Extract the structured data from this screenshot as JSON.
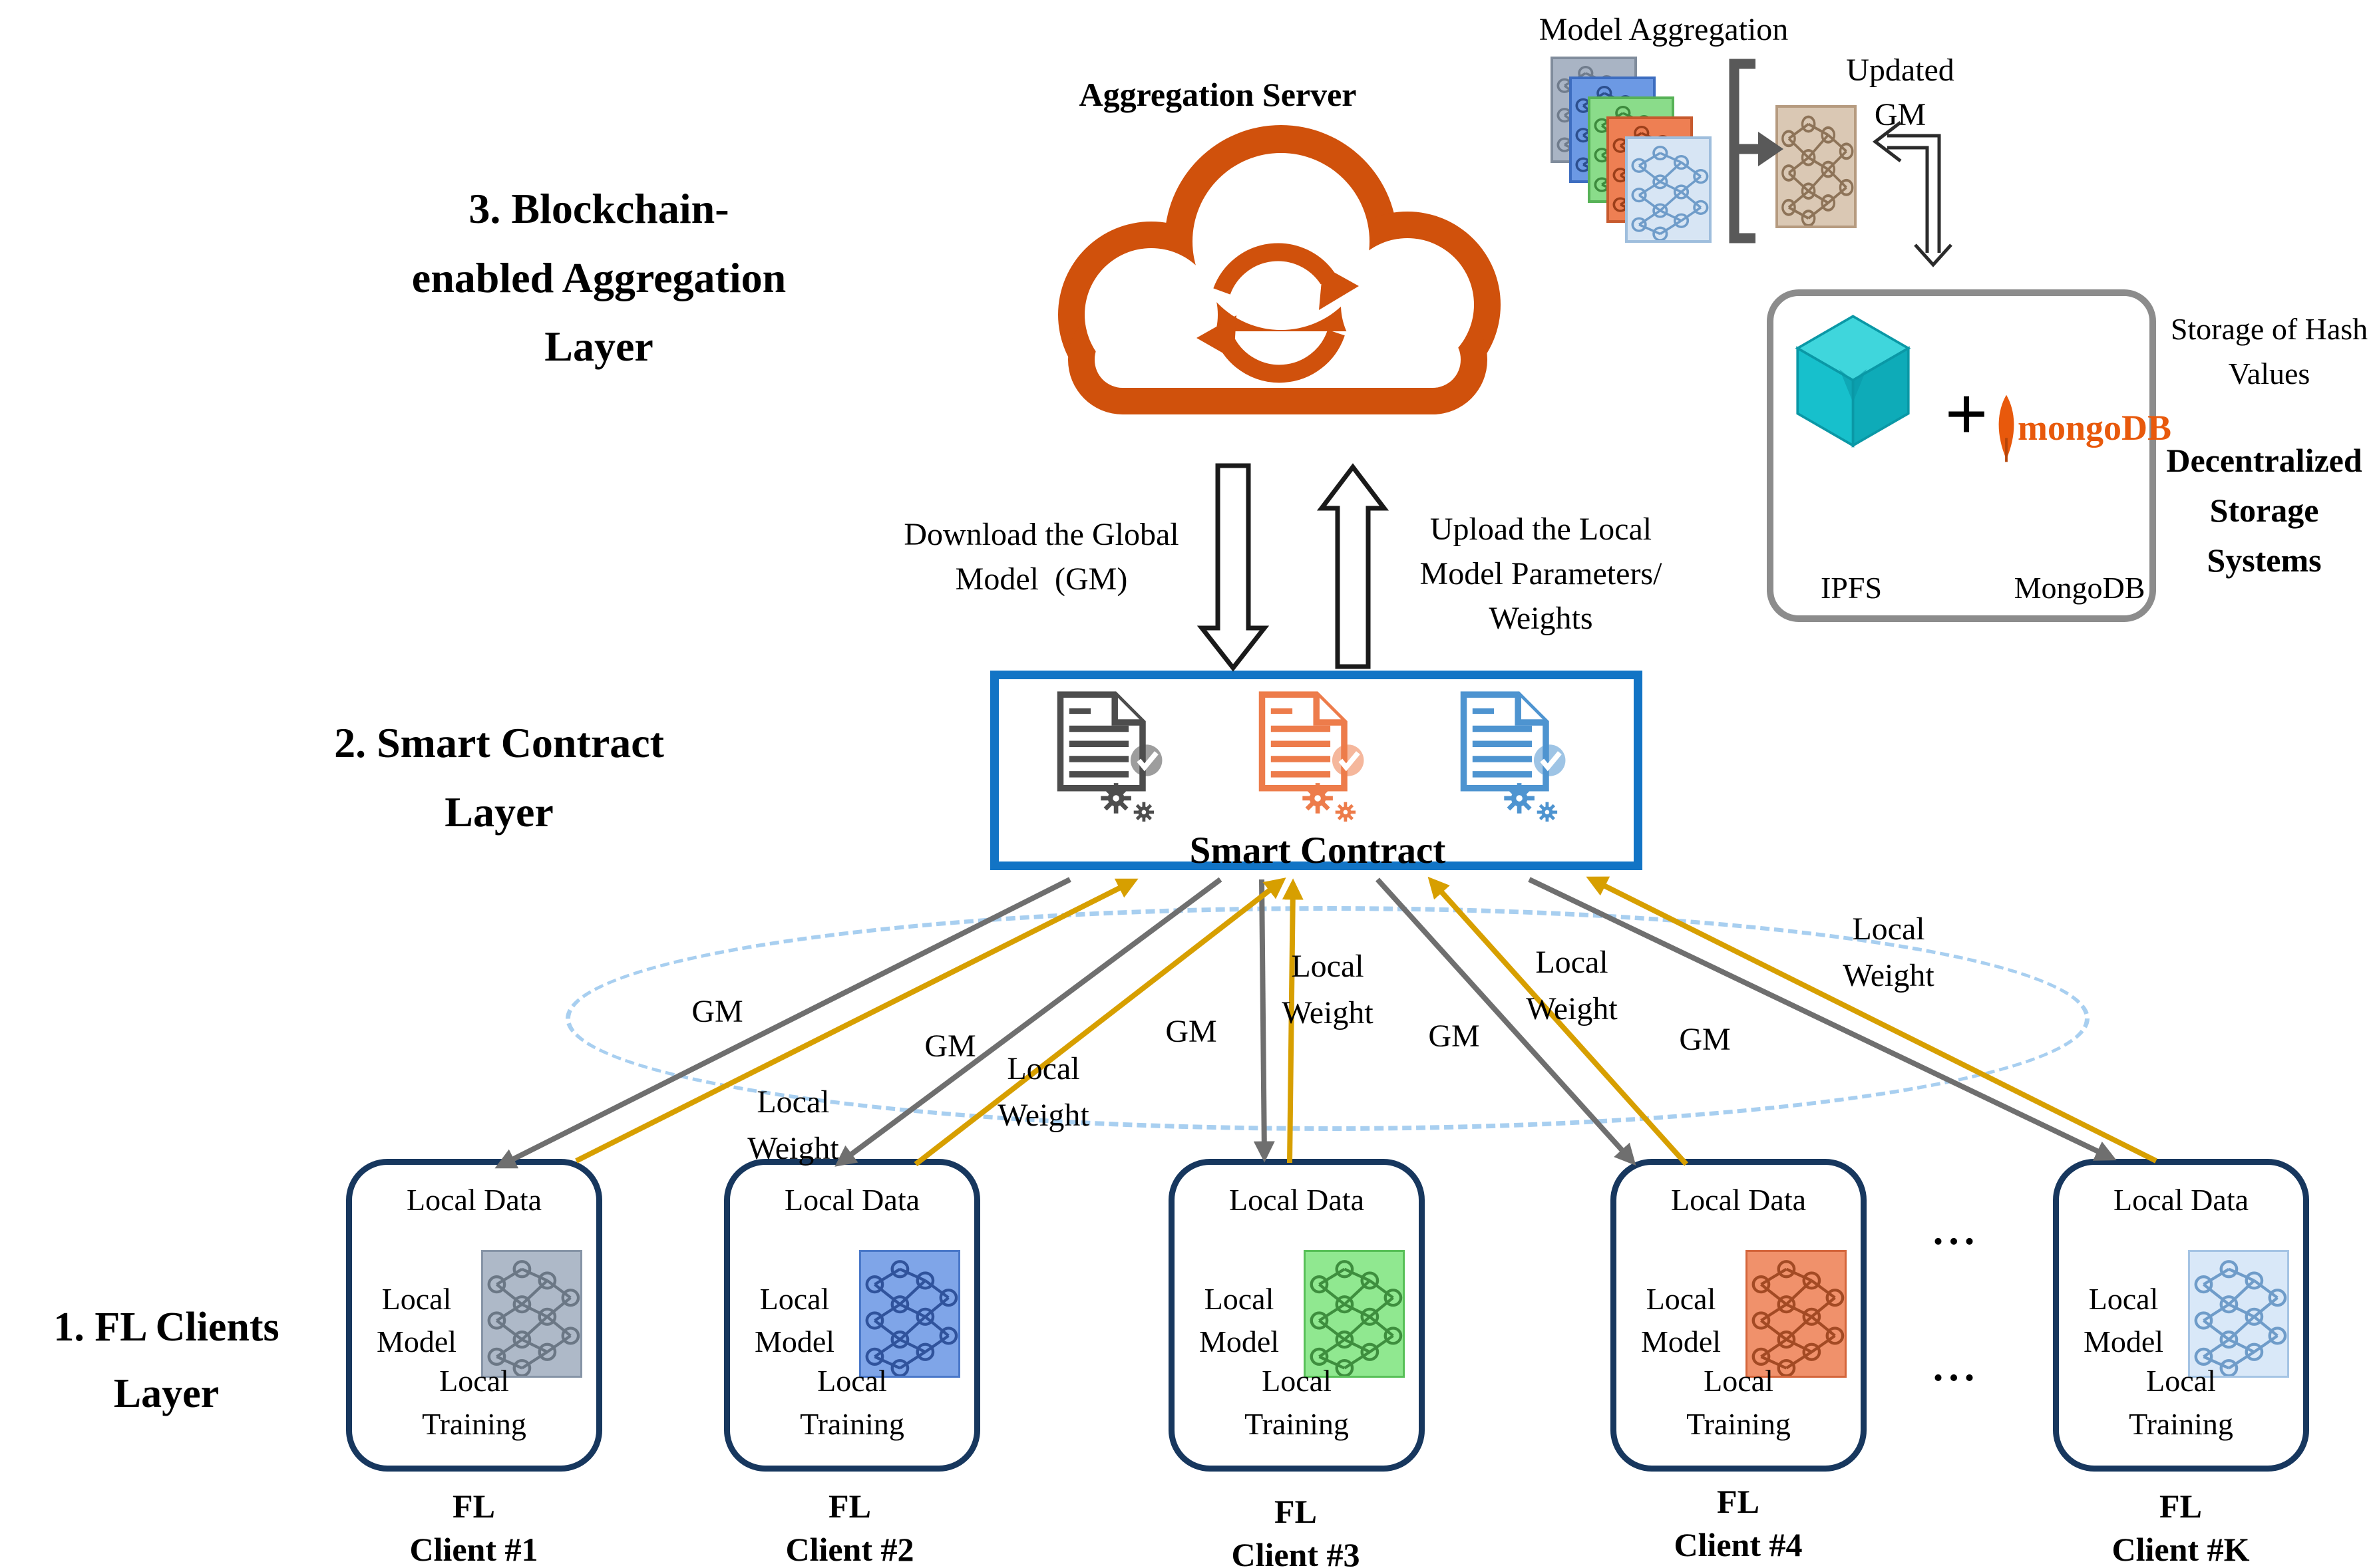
{
  "colors": {
    "cloud_orange": "#D0510C",
    "gold_arrow": "#D79F00",
    "gray_arrow": "#6F6F6F",
    "smart_contract_blue": "#1274C5",
    "client_border_navy": "#17375E",
    "storage_border_gray": "#8C8C8C",
    "ellipse_dash_blue": "#A8CFF0",
    "ipfs_teal": "#14BFCB",
    "mongodb_orange": "#E8590C",
    "model_card_gray": "#A9B4C4",
    "model_card_blue": "#6C99E4",
    "model_card_green": "#8ADC8A",
    "model_card_orange": "#EE7F53",
    "model_card_lightblue": "#D7E5F4",
    "global_model_tan": "#DAC8B4"
  },
  "icons": {
    "cloud": "cloud-sync-icon",
    "storage": "ipfs-cube-icon / mongodb-leaf-icon",
    "contract": "document-check-gears-icon",
    "models": "neural-network-card-icon"
  },
  "layer_labels": {
    "aggregation": {
      "line1": "3. Blockchain-",
      "line2": "enabled Aggregation",
      "line3": "Layer"
    },
    "smart_contract": {
      "line1": "2. Smart Contract",
      "line2": "Layer"
    },
    "fl_clients": {
      "line1": "1. FL Clients",
      "line2": "Layer"
    }
  },
  "aggregation_server": {
    "label": "Aggregation Server"
  },
  "model_aggregation": {
    "label": "Model Aggregation",
    "updated_gm": {
      "line1": "Updated",
      "line2": "GM"
    }
  },
  "storage": {
    "ipfs_label": "IPFS",
    "plus_sign": "+",
    "mongodb_logo_text": "mongoDB",
    "mongodb_label": "MongoDB",
    "hash_note": {
      "line1": "Storage of Hash",
      "line2": "Values"
    },
    "title": {
      "line1": "Decentralized",
      "line2": "Storage Systems"
    }
  },
  "transfer": {
    "download": {
      "line1": "Download the Global",
      "line2": "Model  (GM)"
    },
    "upload": {
      "line1": "Upload the Local",
      "line2": "Model Parameters/",
      "line3": "Weights"
    }
  },
  "smart_contract": {
    "label": "Smart Contract"
  },
  "flows": {
    "gm": "GM",
    "local": "Local",
    "weight": "Weight"
  },
  "clients_section": {
    "dots": "...",
    "box": {
      "local_data": "Local Data",
      "local": "Local",
      "model": "Model",
      "training": "Training"
    },
    "clients": [
      {
        "fl": "FL",
        "name": "Client #1"
      },
      {
        "fl": "FL",
        "name": "Client #2"
      },
      {
        "fl": "FL",
        "name": "Client #3"
      },
      {
        "fl": "FL",
        "name": "Client #4"
      },
      {
        "fl": "FL",
        "name": "Client #K"
      }
    ]
  }
}
